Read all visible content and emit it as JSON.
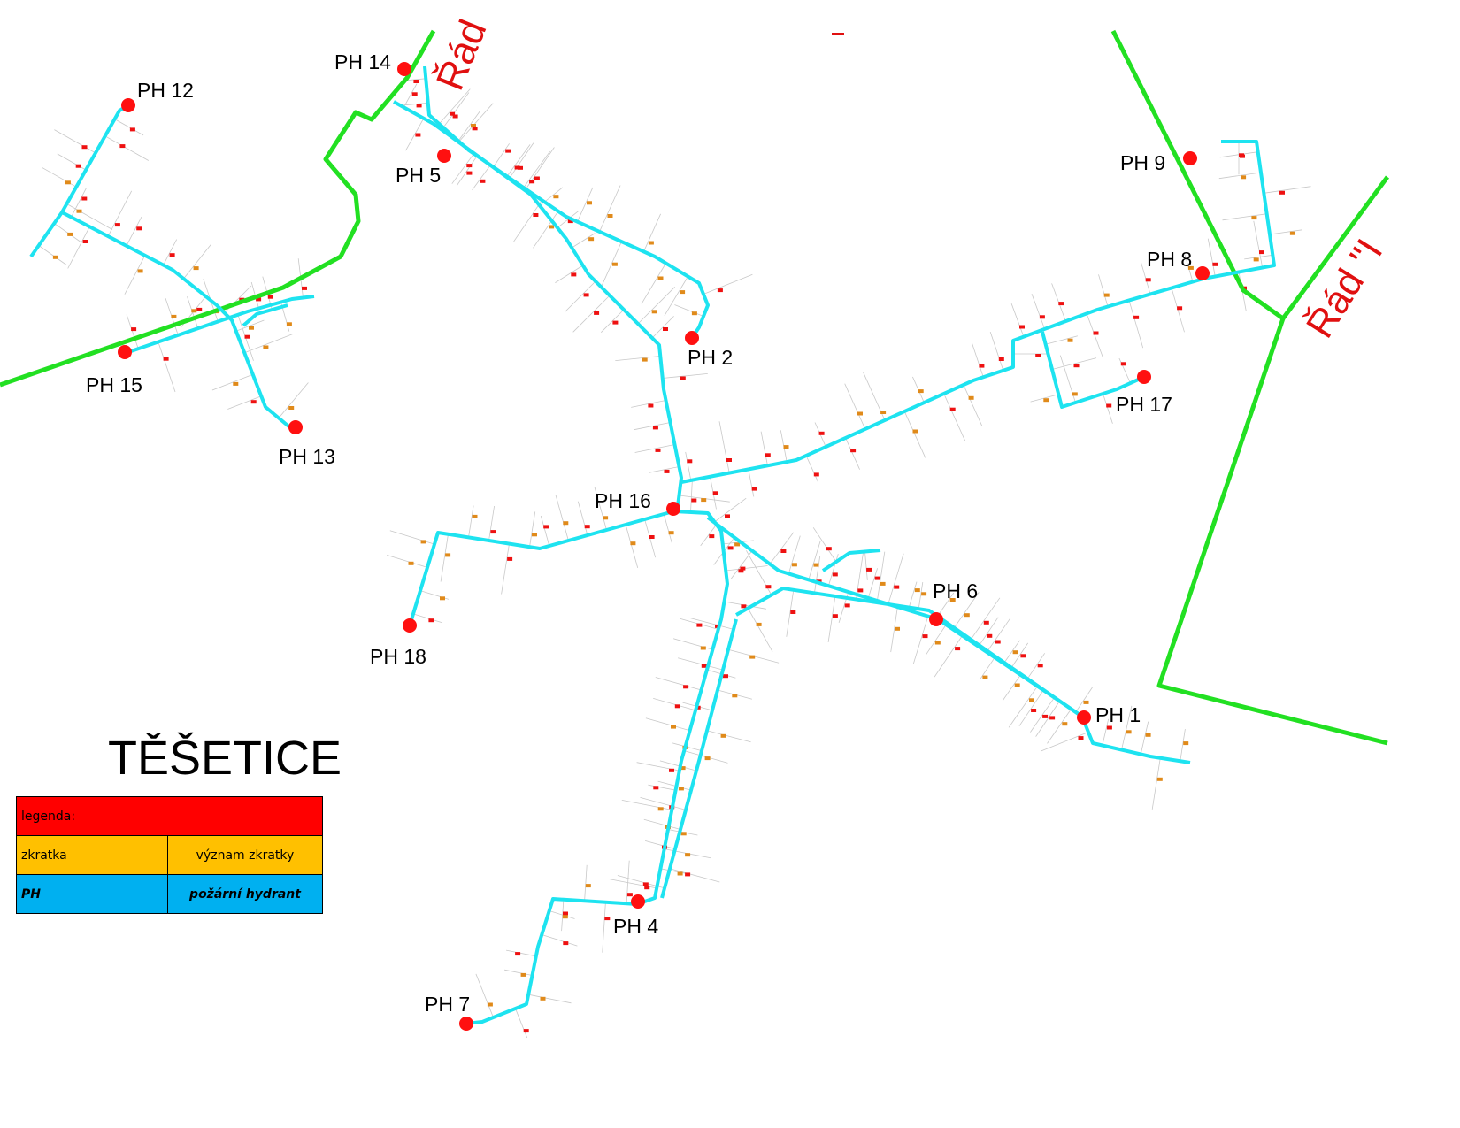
{
  "map": {
    "title": "TĚŠETICE",
    "line_labels": [
      "Řád",
      "Řád \"I"
    ],
    "hydrants": [
      {
        "label": "PH 1"
      },
      {
        "label": "PH 2"
      },
      {
        "label": "PH 4"
      },
      {
        "label": "PH 5"
      },
      {
        "label": "PH 6"
      },
      {
        "label": "PH 7"
      },
      {
        "label": "PH 8"
      },
      {
        "label": "PH 9"
      },
      {
        "label": "PH 12"
      },
      {
        "label": "PH 13"
      },
      {
        "label": "PH 14"
      },
      {
        "label": "PH 15"
      },
      {
        "label": "PH 16"
      },
      {
        "label": "PH 17"
      },
      {
        "label": "PH 18"
      }
    ],
    "colors": {
      "pipe": "#1ee3f0",
      "main_line": "#22e022",
      "hydrant": "#ff1010",
      "building_red": "#ee1111",
      "building_orange": "#e08a1a",
      "parcel": "#c8c8c8"
    }
  },
  "legend": {
    "header": "legenda:",
    "col1_header": "zkratka",
    "col2_header": "význam zkratky",
    "rows": [
      {
        "abbr": "PH",
        "meaning": "požární hydrant"
      }
    ],
    "colors": {
      "header": "#ff0000",
      "subheader": "#ffc000",
      "row": "#00b0f0"
    }
  }
}
